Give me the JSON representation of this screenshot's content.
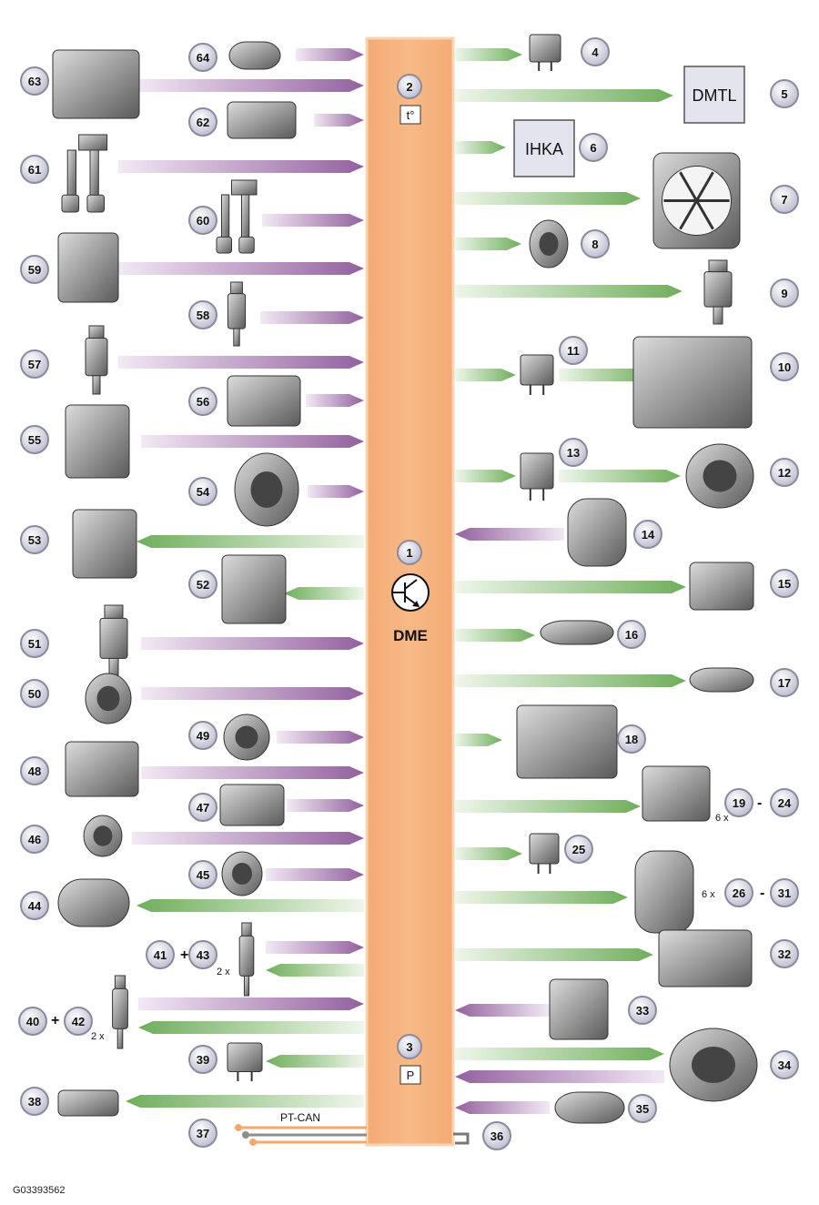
{
  "figure_id": "G03393562",
  "dme": {
    "label": "DME",
    "badge_top": "2",
    "badge_top_sub": "t°",
    "badge_mid": "1",
    "badge_bottom": "3",
    "badge_bottom_sub": "P"
  },
  "bus": {
    "label": "PT-CAN",
    "badge_left": "37",
    "badge_right": "36"
  },
  "boxes": [
    {
      "id": "dmtl",
      "text": "DMTL"
    },
    {
      "id": "ihka",
      "text": "IHKA"
    }
  ],
  "multipliers": {
    "m19": "6 x",
    "m26": "6 x",
    "m41": "2 x",
    "m40": "2 x"
  },
  "colors": {
    "column": "#f5b07a",
    "column_edge": "#f7c9a0",
    "input_arrow": "#9c6aa8",
    "output_arrow": "#7cb36a",
    "badge_fill": "#d8d8e4",
    "badge_ring": "#8a8aa0"
  },
  "left_components": [
    {
      "n": "63",
      "arrow": "in",
      "icon": "pressure-sensor-icon"
    },
    {
      "n": "64",
      "arrow": "in",
      "icon": "temperature-sensor-icon"
    },
    {
      "n": "62",
      "arrow": "in",
      "icon": "control-module-icon"
    },
    {
      "n": "61",
      "arrow": "in",
      "icon": "pedal-assembly-icon"
    },
    {
      "n": "60",
      "arrow": "in",
      "icon": "pedal-assembly-icon"
    },
    {
      "n": "59",
      "arrow": "in",
      "icon": "abs-unit-icon"
    },
    {
      "n": "58",
      "arrow": "in",
      "icon": "switch-icon"
    },
    {
      "n": "57",
      "arrow": "in",
      "icon": "switch-icon"
    },
    {
      "n": "56",
      "arrow": "in",
      "icon": "sport-button-icon"
    },
    {
      "n": "55",
      "arrow": "in",
      "icon": "accelerator-pedal-icon"
    },
    {
      "n": "54",
      "arrow": "in",
      "icon": "throttle-valve-icon"
    },
    {
      "n": "53",
      "arrow": "out",
      "icon": "ignition-coil-icon"
    },
    {
      "n": "52",
      "arrow": "out",
      "icon": "ignition-coil-icon"
    },
    {
      "n": "51",
      "arrow": "in",
      "icon": "crankshaft-sensor-icon"
    },
    {
      "n": "50",
      "arrow": "in",
      "icon": "camshaft-sensor-icon"
    },
    {
      "n": "49",
      "arrow": "in",
      "icon": "camshaft-sensor-icon"
    },
    {
      "n": "48",
      "arrow": "in",
      "icon": "eccentric-shaft-sensor-icon"
    },
    {
      "n": "47",
      "arrow": "in",
      "icon": "knock-sensor-icon"
    },
    {
      "n": "46",
      "arrow": "in",
      "icon": "oil-pressure-switch-icon"
    },
    {
      "n": "45",
      "arrow": "in",
      "icon": "oil-level-sensor-icon"
    },
    {
      "n": "44",
      "arrow": "out",
      "icon": "electric-motor-icon"
    },
    {
      "n": "41",
      "arrow": "both",
      "icon": "oxygen-sensor-icon"
    },
    {
      "n": "40",
      "arrow": "both",
      "icon": "oxygen-sensor-icon"
    },
    {
      "n": "39",
      "arrow": "out",
      "icon": "relay-icon"
    },
    {
      "n": "38",
      "arrow": "out",
      "icon": "battery-terminal-icon"
    }
  ],
  "right_components": [
    {
      "n": "4",
      "arrow": "out",
      "icon": "relay-icon"
    },
    {
      "n": "5",
      "arrow": "out",
      "icon": "dmtl-box-icon"
    },
    {
      "n": "6",
      "arrow": "out",
      "icon": "ihka-box-icon"
    },
    {
      "n": "7",
      "arrow": "out",
      "icon": "fan-icon"
    },
    {
      "n": "8",
      "arrow": "out",
      "icon": "valve-icon"
    },
    {
      "n": "9",
      "arrow": "out",
      "icon": "thermostat-icon"
    },
    {
      "n": "10",
      "arrow": "out",
      "icon": "intake-manifold-icon"
    },
    {
      "n": "11",
      "arrow": "out",
      "icon": "relay-icon"
    },
    {
      "n": "12",
      "arrow": "out",
      "icon": "pump-icon"
    },
    {
      "n": "13",
      "arrow": "out",
      "icon": "relay-icon"
    },
    {
      "n": "14",
      "arrow": "in",
      "icon": "air-mass-meter-icon"
    },
    {
      "n": "15",
      "arrow": "out",
      "icon": "valve-icon"
    },
    {
      "n": "16",
      "arrow": "out",
      "icon": "solenoid-valve-icon"
    },
    {
      "n": "17",
      "arrow": "out",
      "icon": "solenoid-valve-icon"
    },
    {
      "n": "18",
      "arrow": "out",
      "icon": "valvetronic-motor-icon"
    },
    {
      "n": "19",
      "arrow": "out",
      "icon": "fuel-injector-icon"
    },
    {
      "n": "24",
      "arrow": "out",
      "icon": "fuel-injector-icon"
    },
    {
      "n": "25",
      "arrow": "out",
      "icon": "relay-icon"
    },
    {
      "n": "26",
      "arrow": "out",
      "icon": "ignition-coil-icon"
    },
    {
      "n": "31",
      "arrow": "out",
      "icon": "ignition-coil-icon"
    },
    {
      "n": "32",
      "arrow": "out",
      "icon": "water-pump-icon"
    },
    {
      "n": "33",
      "arrow": "in",
      "icon": "battery-sensor-icon"
    },
    {
      "n": "34",
      "arrow": "both",
      "icon": "alternator-icon"
    },
    {
      "n": "35",
      "arrow": "in",
      "icon": "oil-sensor-icon"
    }
  ]
}
